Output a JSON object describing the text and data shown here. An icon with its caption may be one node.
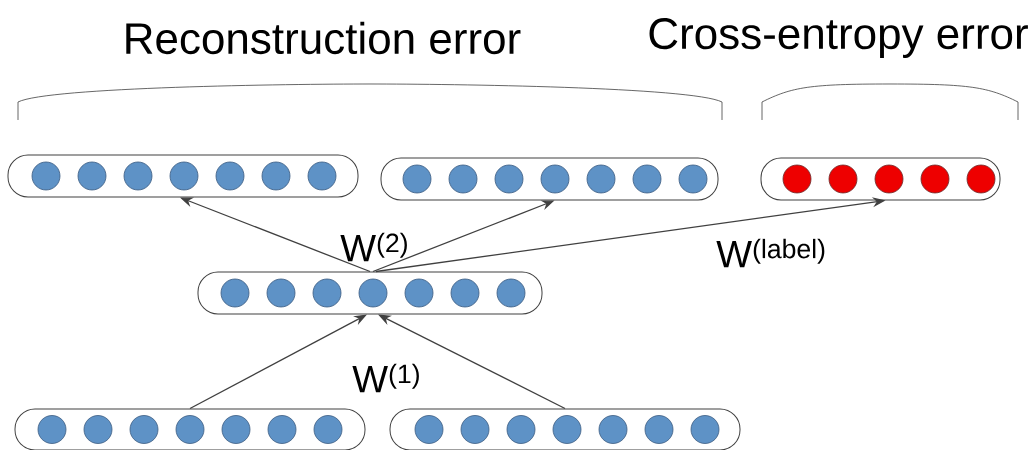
{
  "diagram": {
    "nodes": [
      {
        "text": [],
        "shape": "box"
      },
      {
        "text": [],
        "shape": "box"
      },
      {
        "text": [],
        "shape": "box"
      },
      {
        "text": [],
        "shape": "box"
      },
      {
        "text": [],
        "shape": "box"
      },
      {
        "text": [],
        "shape": "box"
      }
    ],
    "edges": [
      {
        "from": 4,
        "to": 3,
        "arrow": "to"
      },
      {
        "from": 5,
        "to": 3,
        "arrow": "to"
      },
      {
        "from": 3,
        "to": 0,
        "arrow": "to"
      },
      {
        "from": 3,
        "to": 1,
        "arrow": "to"
      },
      {
        "from": 3,
        "to": 2,
        "arrow": "to"
      }
    ],
    "labels": [
      "Reconstruction error",
      "Cross-entropy error",
      "W$^{(2)}$",
      "W$^{(label)}$",
      "W$^{(1)}$"
    ]
  }
}
